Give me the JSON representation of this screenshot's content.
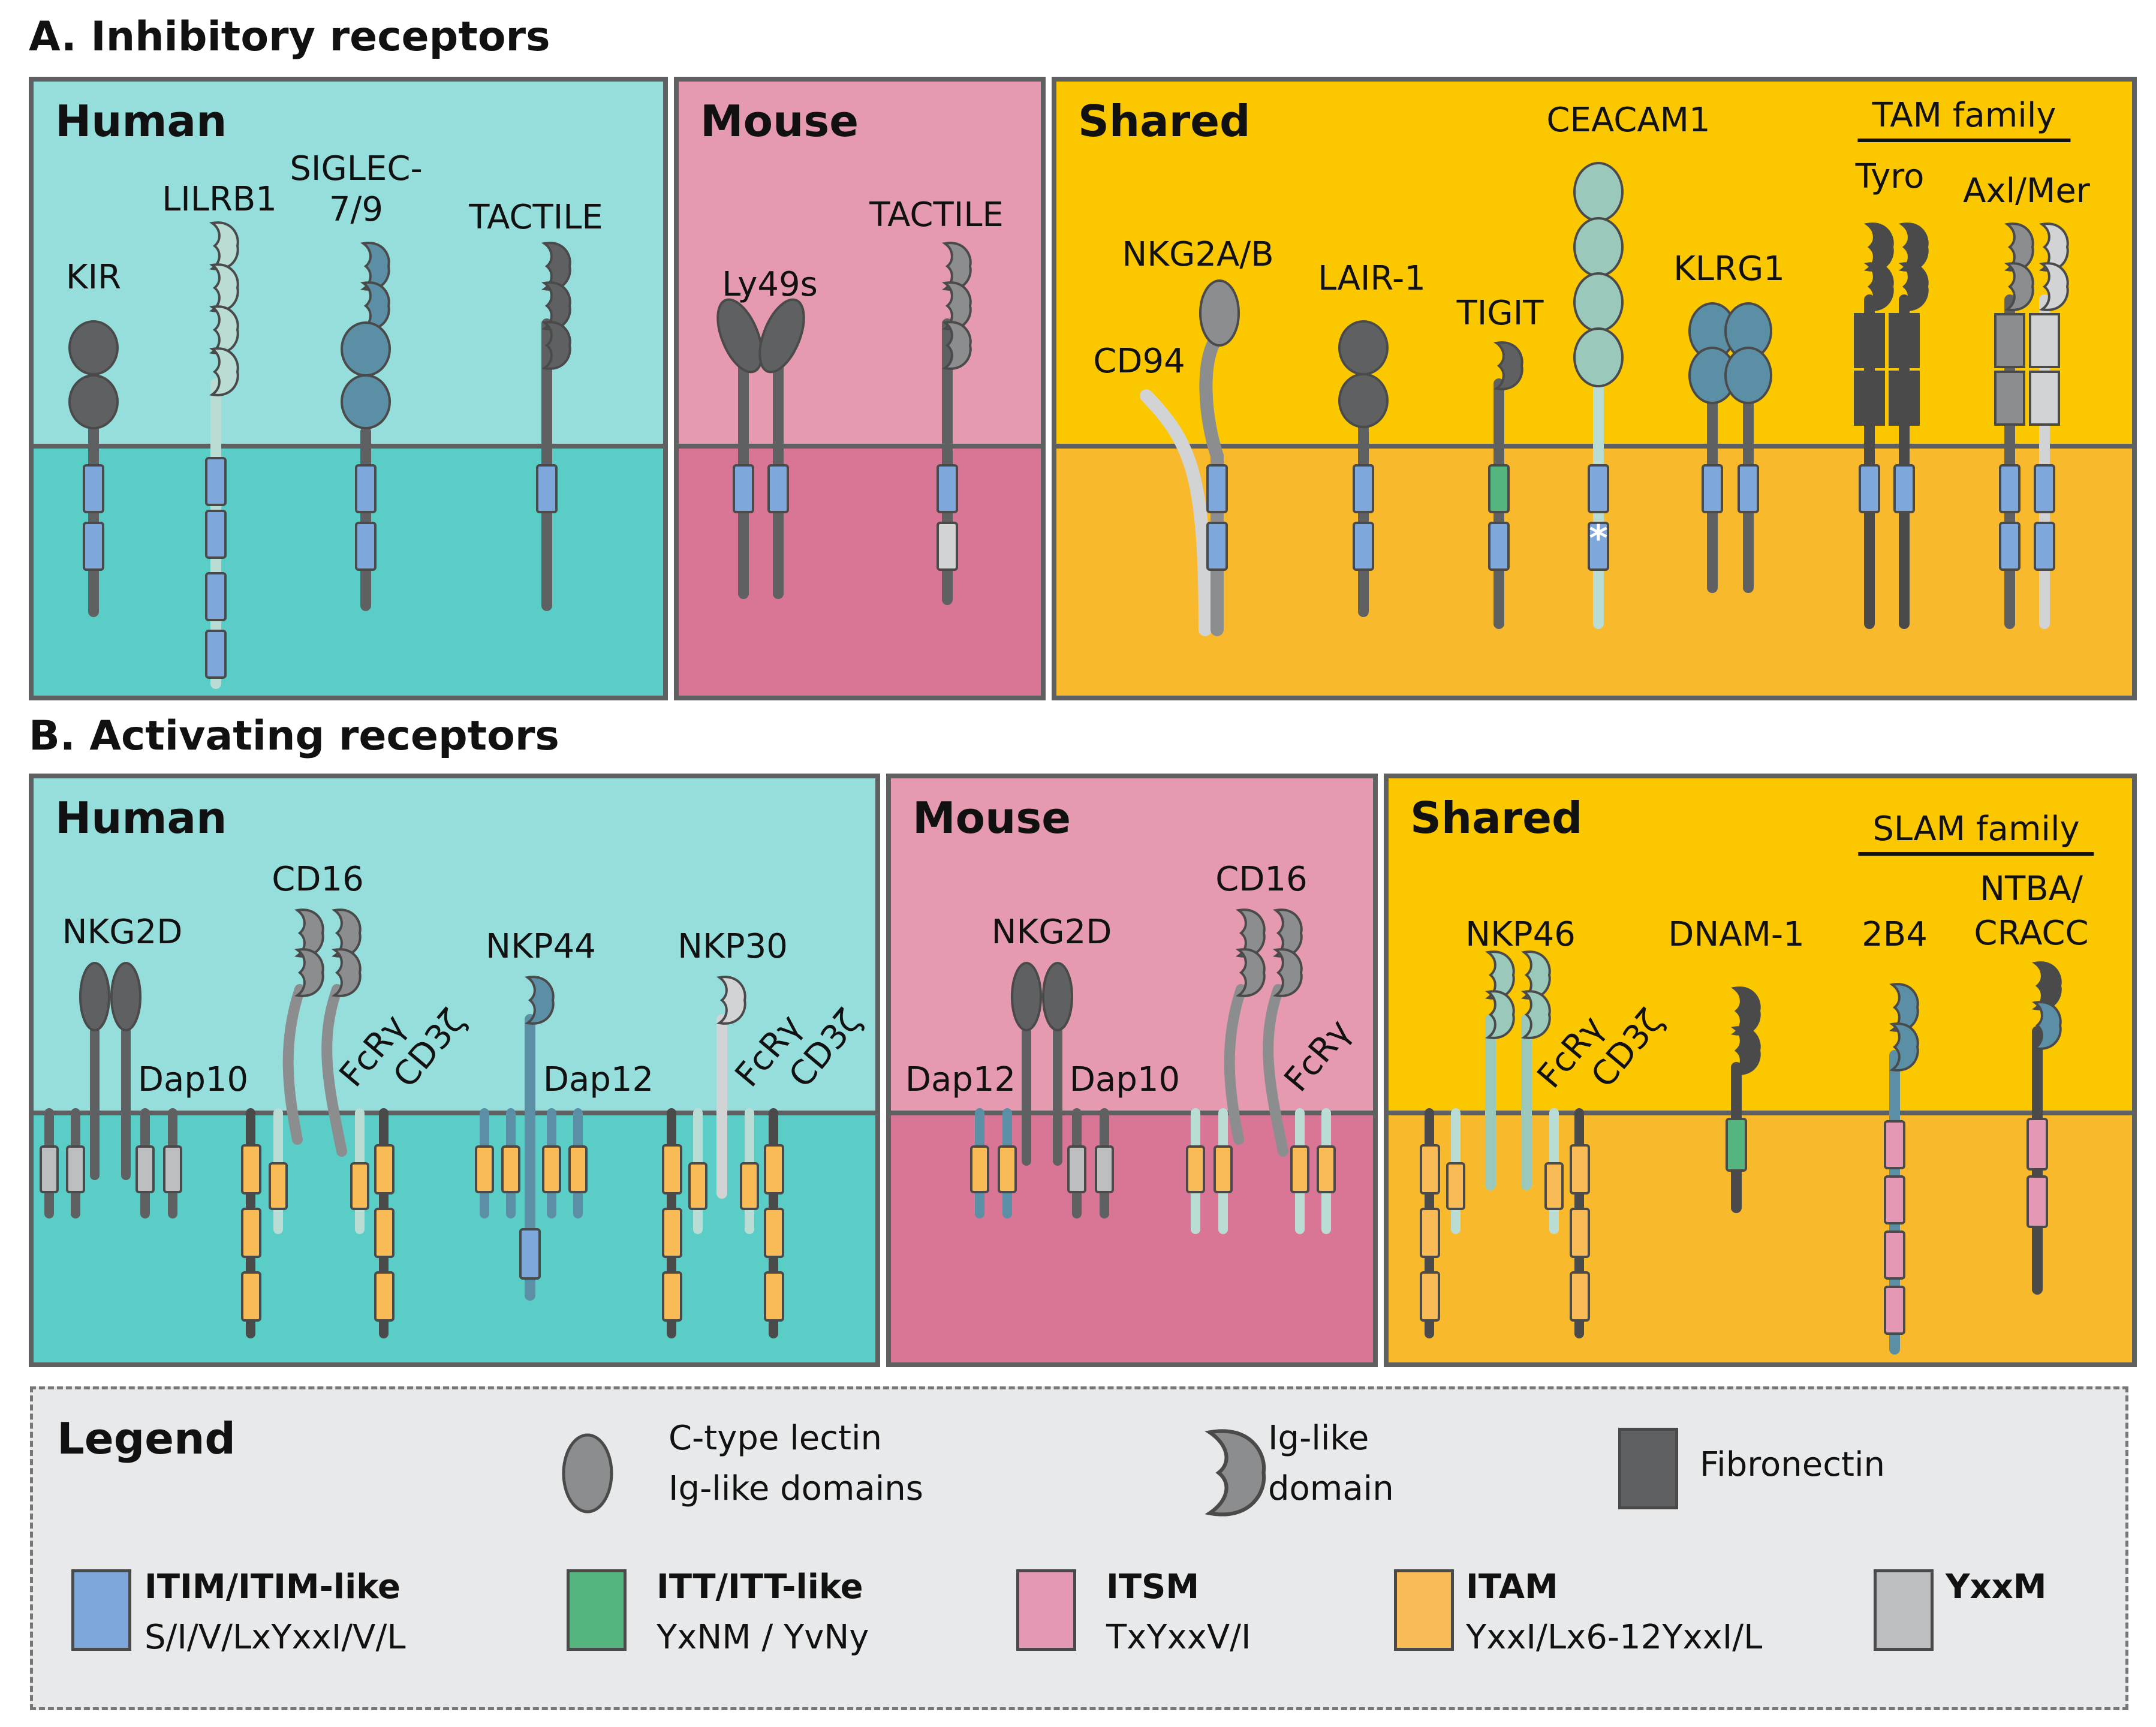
{
  "sectionA": {
    "title": "A. Inhibitory receptors"
  },
  "sectionB": {
    "title": "B. Activating receptors"
  },
  "panels": {
    "a_human": {
      "title": "Human",
      "labels": [
        "KIR",
        "LILRB1",
        "SIGLEC-\n7/9",
        "TACTILE"
      ]
    },
    "a_mouse": {
      "title": "Mouse",
      "labels": [
        "Ly49s",
        "TACTILE"
      ]
    },
    "a_shared": {
      "title": "Shared",
      "family": "TAM family",
      "labels": [
        "NKG2A/B",
        "CD94",
        "LAIR-1",
        "TIGIT",
        "CEACAM1",
        "KLRG1",
        "Tyro",
        "Axl/Mer"
      ]
    },
    "b_human": {
      "title": "Human",
      "labels": [
        "NKG2D",
        "CD16",
        "Dap10",
        "FcRγ",
        "CD3ζ",
        "NKP44",
        "Dap12",
        "NKP30",
        "FcRγ",
        "CD3ζ"
      ]
    },
    "b_mouse": {
      "title": "Mouse",
      "labels": [
        "NKG2D",
        "CD16",
        "Dap12",
        "Dap10",
        "FcRγ"
      ]
    },
    "b_shared": {
      "title": "Shared",
      "family": "SLAM family",
      "labels": [
        "NKP46",
        "FcRγ",
        "CD3ζ",
        "DNAM-1",
        "2B4",
        "NTBA/\nCRACC"
      ]
    }
  },
  "legend": {
    "title": "Legend",
    "shapes": [
      "C-type lectin\nIg-like domains",
      "Ig-like\ndomain",
      "Fibronectin"
    ],
    "motifs": [
      {
        "name": "ITIM/ITIM-like",
        "seq": "S/I/V/LxYxxI/V/L",
        "color": "#7ea7dc"
      },
      {
        "name": "ITT/ITT-like",
        "seq": "YxNM / YvNy",
        "color": "#55b57f"
      },
      {
        "name": "ITSM",
        "seq": "TxYxxV/I",
        "color": "#e498b5"
      },
      {
        "name": "ITAM",
        "seq": "YxxI/Lx6-12YxxI/L",
        "color": "#f8bb55"
      },
      {
        "name": "YxxM",
        "seq": "",
        "color": "#bdbec0"
      }
    ]
  },
  "colors": {
    "human_top": "#95dedb",
    "human_bottom": "#5bcdc7",
    "mouse_top": "#e59aaf",
    "mouse_bottom": "#d97595",
    "shared_top": "#fbc800",
    "shared_bottom": "#f8b92d",
    "dark": "#5f6062",
    "grey": "#8c8d8f",
    "teal": "#5b8fa6",
    "lightgreen": "#b9ddd5",
    "palegreen": "#9ac9bb",
    "lightgrey": "#d2d3d4"
  }
}
